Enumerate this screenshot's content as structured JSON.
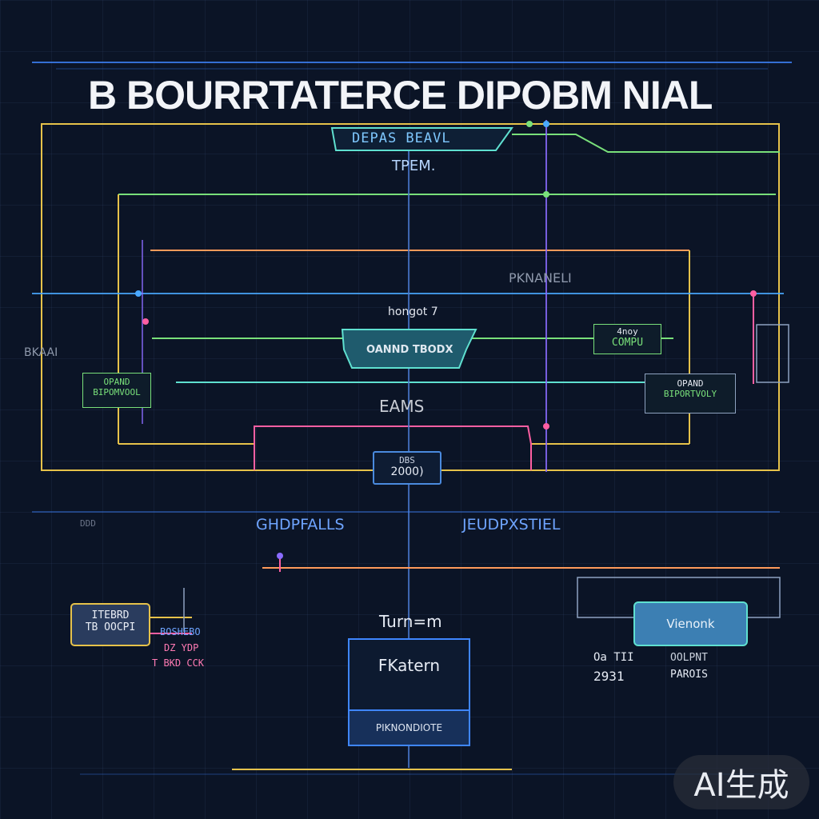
{
  "title": "B BOURRTATERCE DIPOBM NIAL",
  "top_tag": "DEPAS BEAVL",
  "top_subtitle": "TPEM.",
  "label_pranelt": "PKNANELI",
  "label_hongot": "hongot 7",
  "center_node": "OANND TBODX",
  "label_eams": "EAMS",
  "box_bottom": {
    "line1": "DBS",
    "line2": "2000)"
  },
  "left_side_label": "BKAAI",
  "left_green_box": {
    "line1": "OPAND",
    "line2": "BIPOMVOOL"
  },
  "right_small_box": {
    "line1": "4noy",
    "line2": "COMPU"
  },
  "right_green_box": {
    "line1": "OPAND",
    "line2": "BIPORTVOLY"
  },
  "section_left": "GHDPFALLS",
  "section_right": "JEUDPXSTIEL",
  "small_left_tag": "DDD",
  "bottom_left_box": {
    "line1": "ITEBRD",
    "line2": "TB OOCPI"
  },
  "bottom_left_text": {
    "line1": "BOSHEBO",
    "line2": "DZ YDP",
    "line3": "T BKD CCK"
  },
  "tum_label": "Turn=m",
  "center_box": {
    "title": "FKatern",
    "footer": "PIKNONDIOTE"
  },
  "vienonk_button": "Vienonk",
  "bottom_right_left": {
    "line1": "Oa TII",
    "line2": "2931"
  },
  "bottom_right_right": {
    "line1": "OOLPNT",
    "line2": "PAROIS"
  },
  "watermark": "AI生成",
  "colors": {
    "background": "#0b1426",
    "yellow": "#e6c24a",
    "green": "#79e07a",
    "pink": "#ff5fa2",
    "blue": "#4aa8ff",
    "teal": "#5fe0d0"
  }
}
